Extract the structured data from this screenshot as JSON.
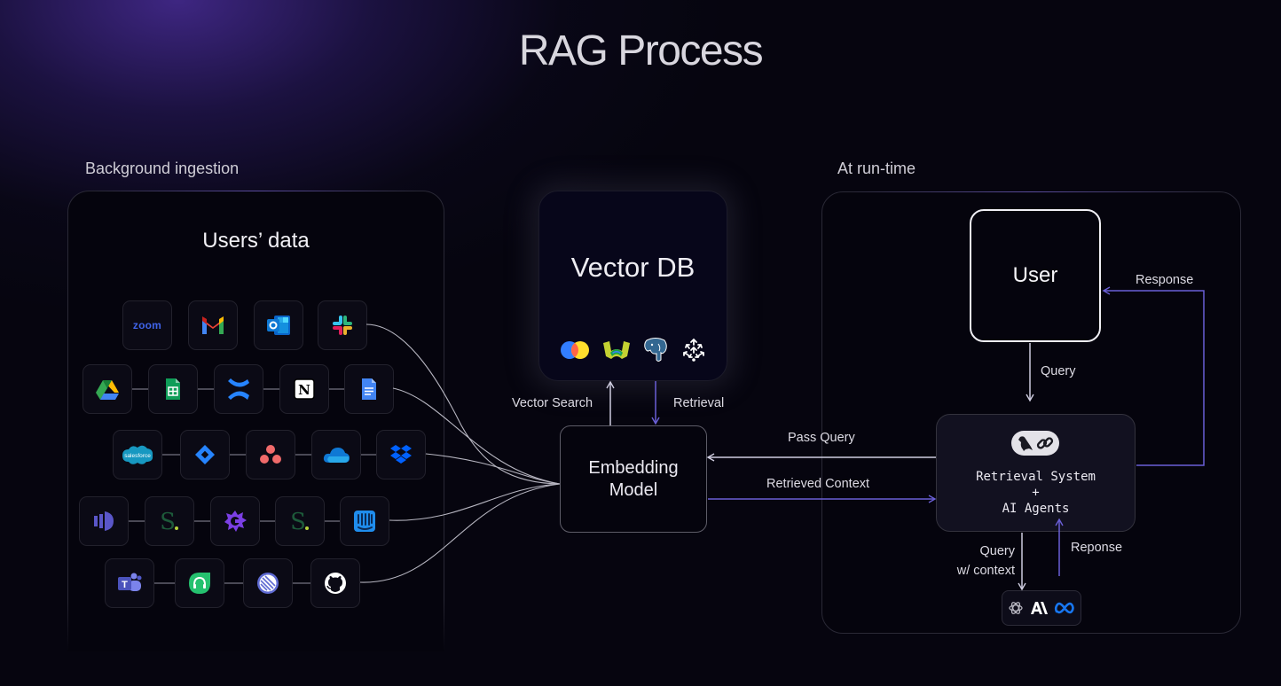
{
  "title": "RAG Process",
  "sections": {
    "ingestion_label": "Background ingestion",
    "runtime_label": "At run-time"
  },
  "users_data": {
    "title": "Users’ data",
    "rows": [
      [
        "zoom-icon",
        "gmail-icon",
        "outlook-icon",
        "slack-icon"
      ],
      [
        "google-drive-icon",
        "google-sheets-icon",
        "confluence-icon",
        "notion-icon",
        "google-docs-icon"
      ],
      [
        "salesforce-icon",
        "jira-icon",
        "asana-icon",
        "onedrive-icon",
        "dropbox-icon"
      ],
      [
        "gong-icon",
        "seismic-icon",
        "gorgias-icon",
        "seismic-icon",
        "intercom-icon"
      ],
      [
        "microsoft-teams-icon",
        "freshdesk-icon",
        "linear-icon",
        "github-icon"
      ]
    ],
    "zoom_text": "zoom",
    "salesforce_text": "salesforce"
  },
  "vector_db": {
    "title": "Vector DB",
    "providers": [
      "chroma-icon",
      "weaviate-icon",
      "postgres-pgvector-icon",
      "pinecone-icon"
    ]
  },
  "embedding_model": {
    "line1": "Embedding",
    "line2": "Model"
  },
  "user_box": {
    "label": "User"
  },
  "retrieval_system": {
    "line1": "Retrieval System",
    "line2": "+",
    "line3": "AI Agents",
    "badge_icons": [
      "langchain-parrot-icon",
      "langchain-link-icon"
    ]
  },
  "llm_providers": [
    "openai-icon",
    "anthropic-icon",
    "meta-icon"
  ],
  "arrows": {
    "vector_search": "Vector Search",
    "retrieval": "Retrieval",
    "pass_query": "Pass Query",
    "retrieved_context": "Retrieved Context",
    "query": "Query",
    "response": "Response",
    "query_with_context_1": "Query",
    "query_with_context_2": "w/ context",
    "reponse": "Reponse"
  },
  "colors": {
    "accent_purple": "#6a5fd6",
    "arrow_light": "#cfcde0",
    "background": "#06050f"
  }
}
